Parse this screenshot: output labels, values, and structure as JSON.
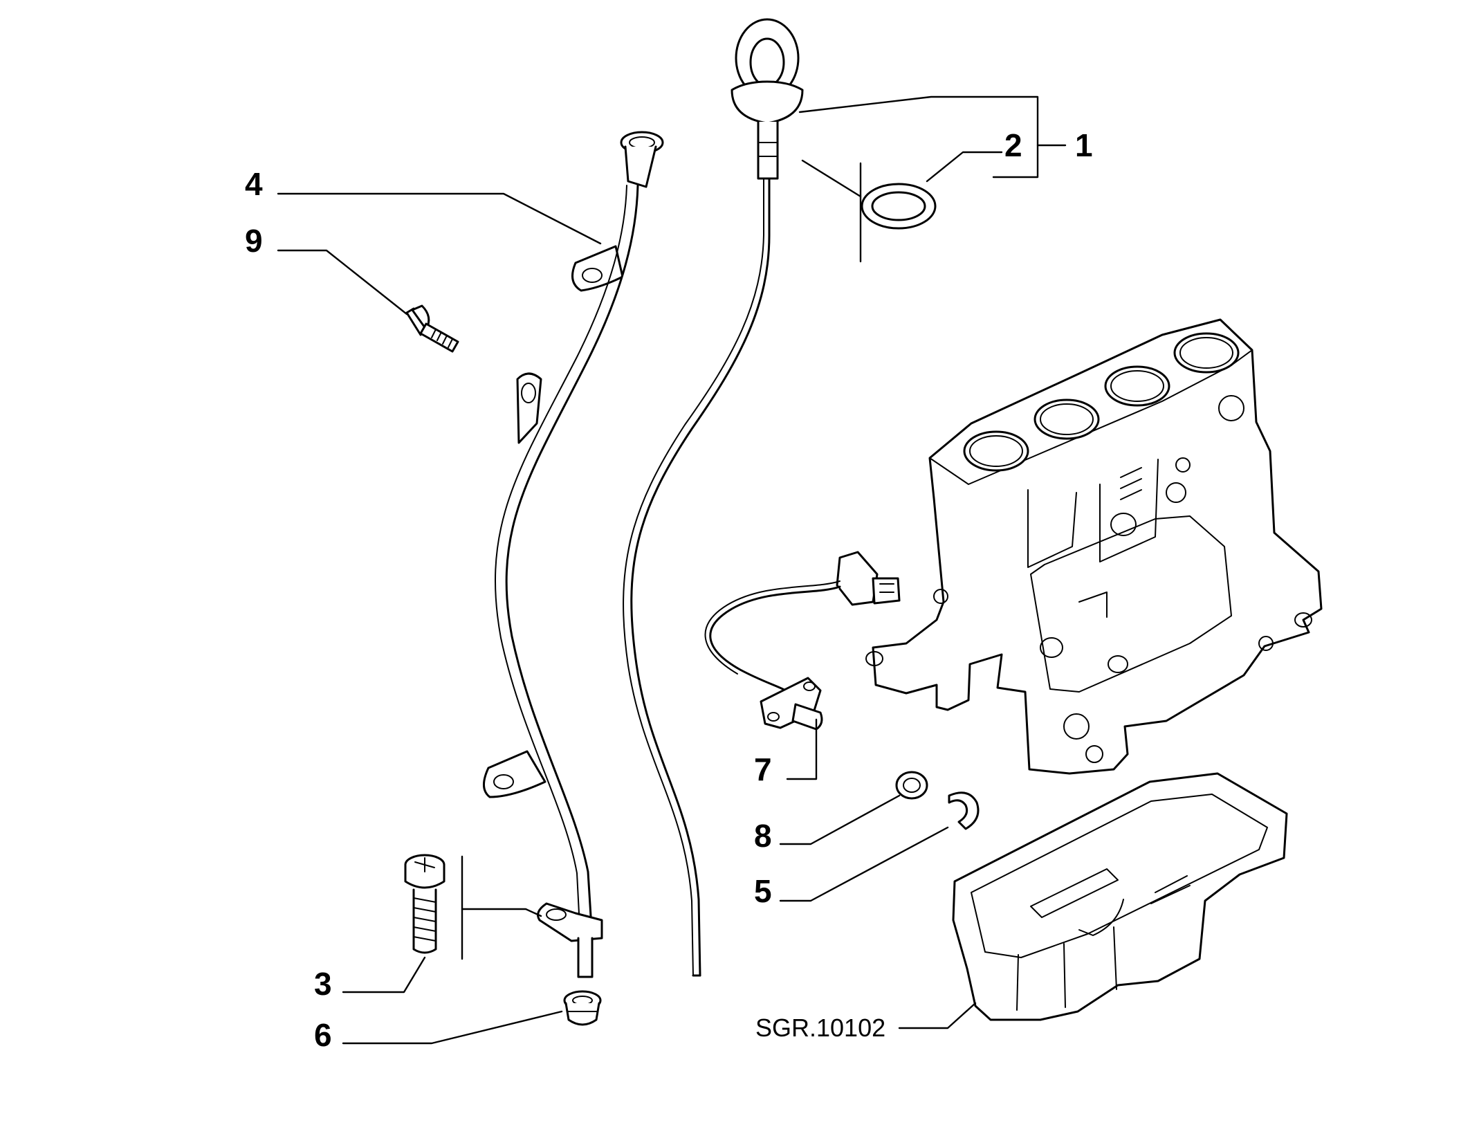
{
  "callouts": {
    "c1": "1",
    "c2": "2",
    "c3": "3",
    "c4": "4",
    "c5": "5",
    "c6": "6",
    "c7": "7",
    "c8": "8",
    "c9": "9"
  },
  "reference_code": "SGR.10102",
  "colors": {
    "line": "#000000",
    "background": "#ffffff"
  }
}
